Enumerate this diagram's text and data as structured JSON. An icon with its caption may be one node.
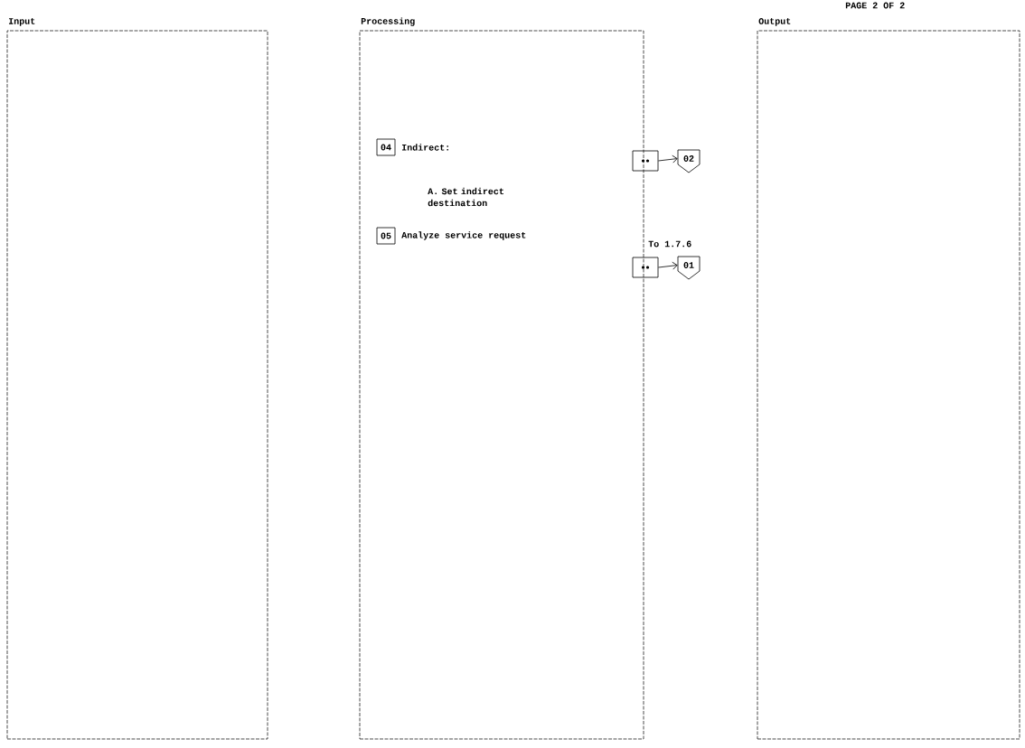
{
  "diagram": {
    "nodes": [
      {
        "text": [
          "Input"
        ]
      },
      {
        "text": [
          "Processing"
        ]
      },
      {
        "text": [
          "Output"
        ]
      },
      {
        "text": [
          "04"
        ],
        "in": 1,
        "beside": [
          "Indirect:"
        ]
      },
      {
        "text": [
          "05"
        ],
        "in": 1,
        "beside": [
          "Analyze service request"
        ]
      },
      {
        "text": [],
        "shape": "box"
      },
      {
        "text": [
          "02"
        ]
      },
      {
        "text": [],
        "shape": "box"
      },
      {
        "text": [
          "01"
        ]
      }
    ],
    "edges": [
      {
        "from": 5,
        "to": 6,
        "arrow": "to"
      },
      {
        "from": 7,
        "to": 8,
        "arrow": "to"
      }
    ],
    "labels": [
      "PAGE 2 OF 2",
      "A. Set indirect destination",
      "To 1.7.6"
    ]
  }
}
